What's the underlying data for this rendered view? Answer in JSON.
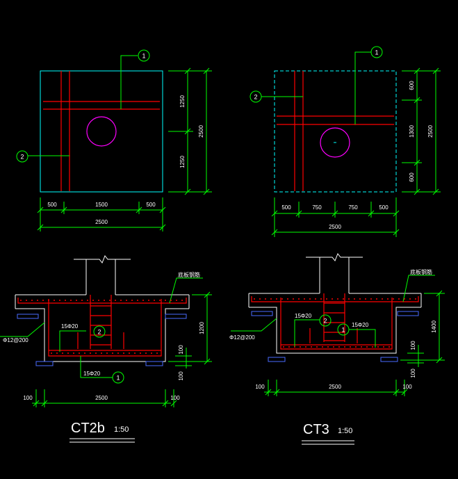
{
  "colors": {
    "background": "#000000",
    "dimension": "#00ff00",
    "rebar": "#ff0000",
    "outline": "#00ffff",
    "pile": "#ff00ff",
    "concrete": "#ffffff",
    "pad": "#4a6cff"
  },
  "ct2b_plan": {
    "callout_1": "1",
    "callout_2": "2",
    "dim_right_top": "1250",
    "dim_right_bottom": "1250",
    "dim_right_total": "2500",
    "dim_bottom_left": "500",
    "dim_bottom_mid": "1500",
    "dim_bottom_right": "500",
    "dim_bottom_total": "2500"
  },
  "ct3_plan": {
    "callout_1": "1",
    "callout_2": "2",
    "dim_right_top": "600",
    "dim_right_mid": "1300",
    "dim_right_bottom": "600",
    "dim_right_total": "2500",
    "dim_bottom_1": "500",
    "dim_bottom_2": "750",
    "dim_bottom_3": "750",
    "dim_bottom_4": "500",
    "dim_bottom_total": "2500"
  },
  "ct2b_section": {
    "note_bottom_rebar": "底板钢筋",
    "stirrup_label": "Φ12@200",
    "bar_label_top": "15Φ20",
    "bar_label_bottom": "15Φ20",
    "callout_2": "2",
    "callout_1": "1",
    "dim_height": "1200",
    "dim_cover_right": "100",
    "dim_cover_bottom": "100",
    "dim_left_cover": "100",
    "dim_width": "2500",
    "dim_right_cover": "100",
    "title": "CT2b",
    "scale": "1:50"
  },
  "ct3_section": {
    "note_bottom_rebar": "底板钢筋",
    "stirrup_label": "Φ12@200",
    "bar_label_left": "15Φ20",
    "bar_label_right": "15Φ20",
    "callout_2": "2",
    "callout_1": "1",
    "dim_height": "1400",
    "dim_cover_right": "100",
    "dim_cover_bottom": "100",
    "dim_left_cover": "100",
    "dim_width": "2500",
    "dim_right_cover": "100",
    "title": "CT3",
    "scale": "1:50"
  }
}
